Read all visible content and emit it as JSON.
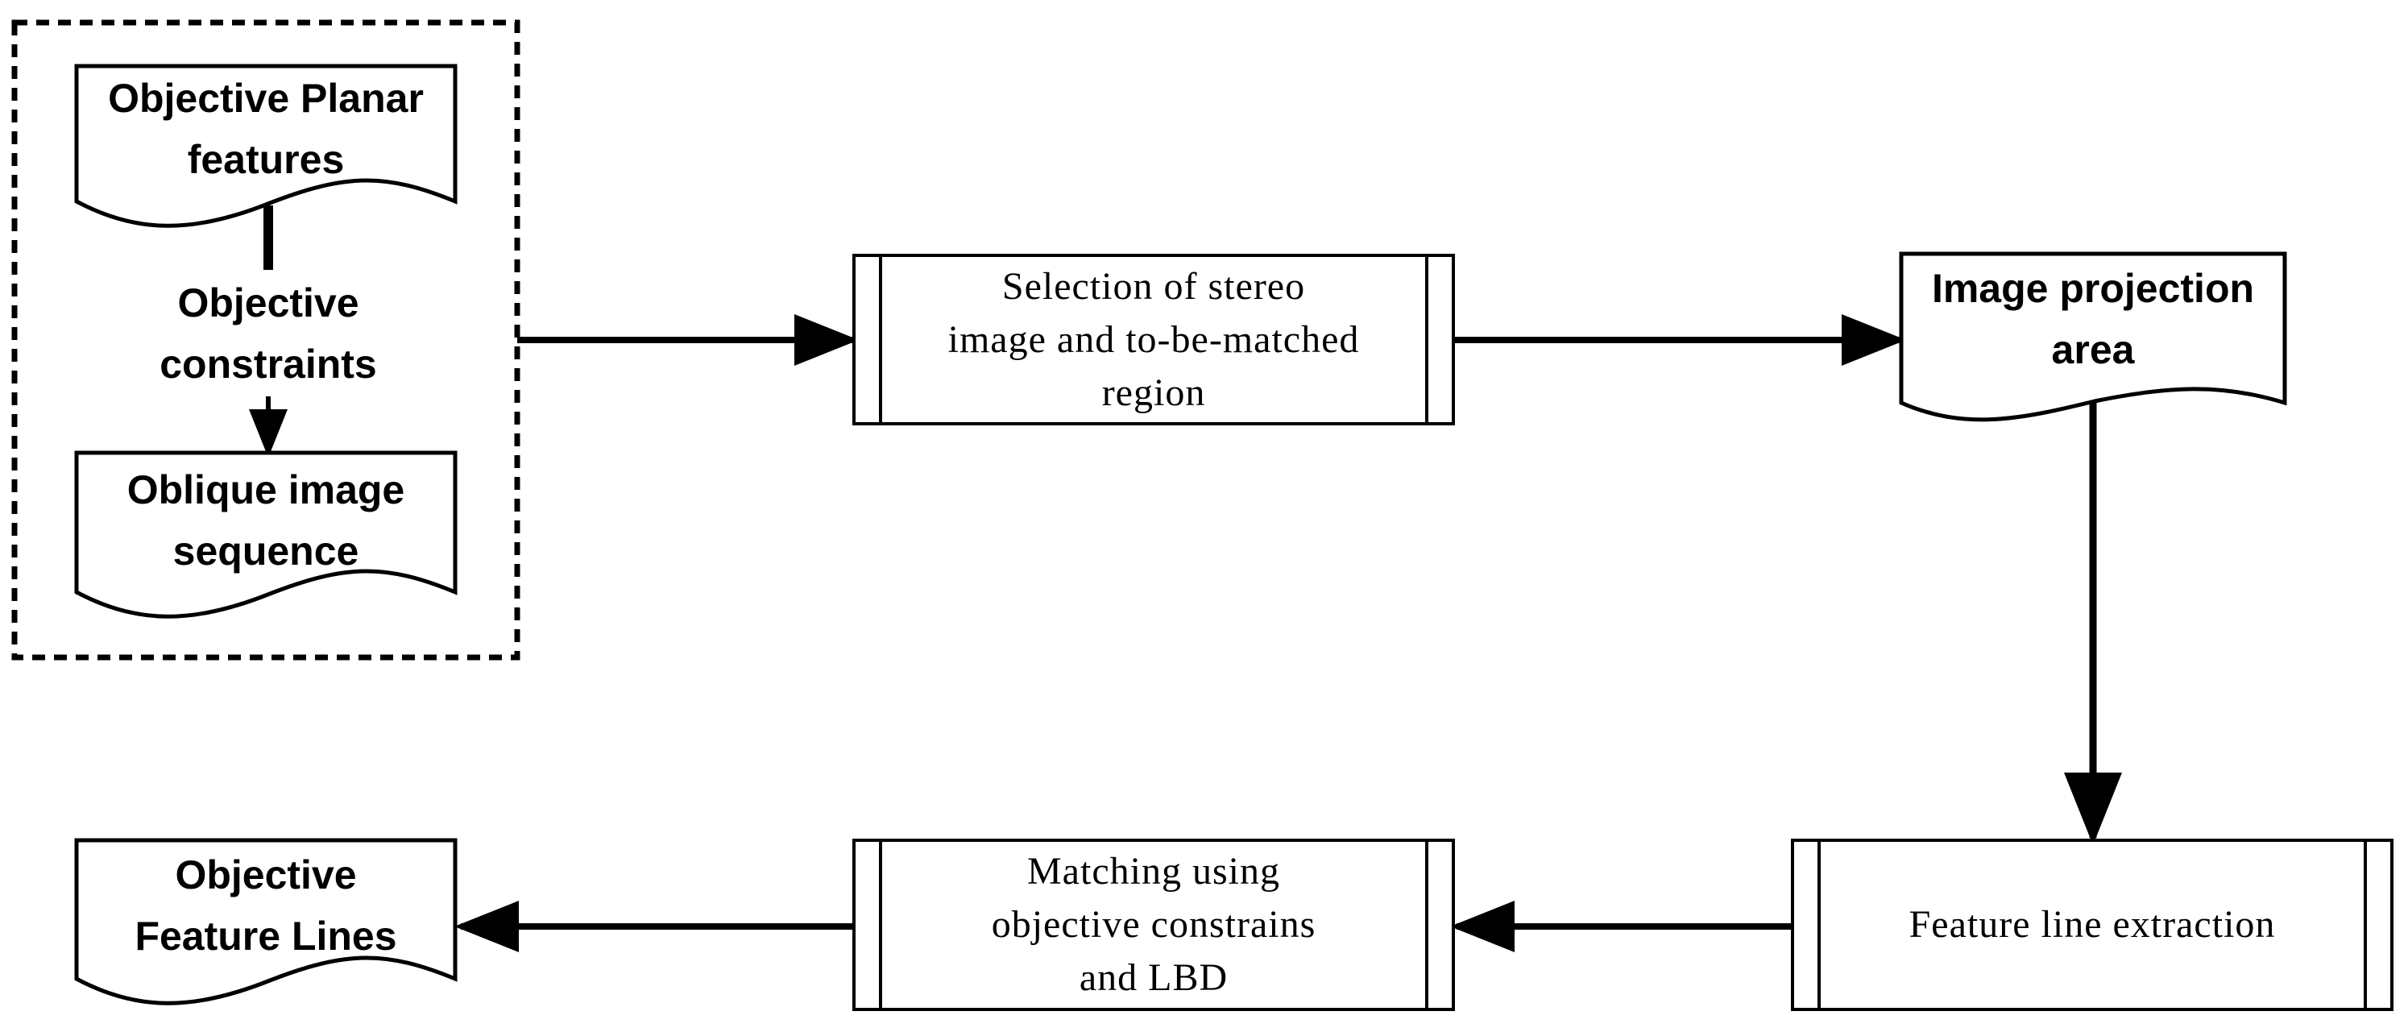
{
  "nodes": {
    "objective_planar_features": "Objective Planar\nfeatures",
    "objective_constraints": "Objective\nconstraints",
    "oblique_image_sequence": "Oblique image\nsequence",
    "selection_process": "Selection of  stereo\nimage and to-be-matched\nregion",
    "image_projection_area": "Image projection\narea",
    "feature_line_extraction": "Feature line extraction",
    "matching_process": "Matching using\nobjective constrains\nand LBD",
    "objective_feature_lines": "Objective\nFeature Lines"
  }
}
